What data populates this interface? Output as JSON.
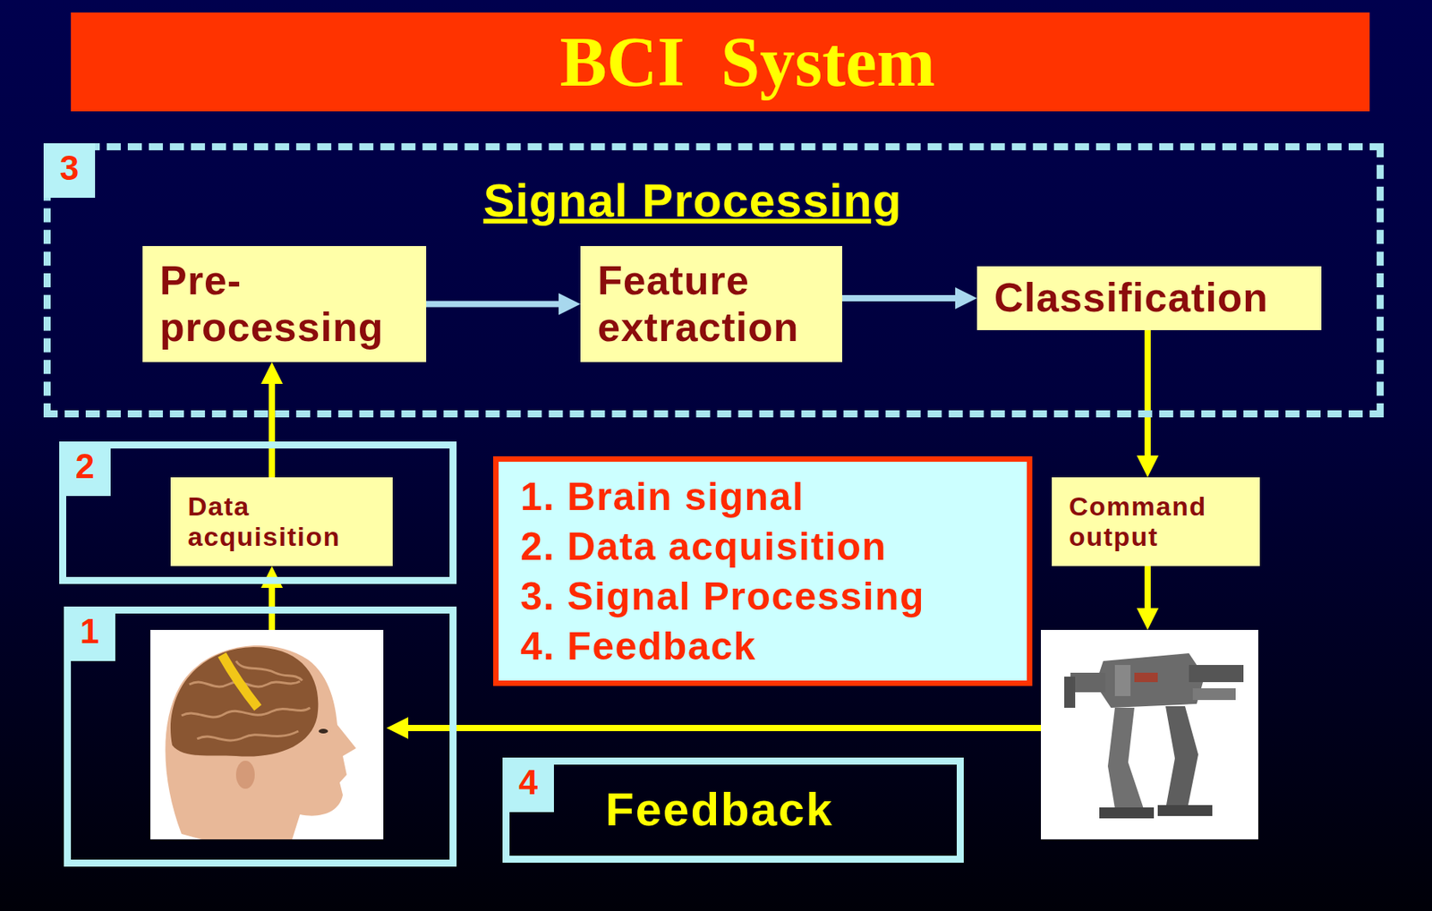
{
  "diagram": {
    "title": "BCI System",
    "nodes": [
      {
        "text": [
          "3",
          "Signal Processing"
        ]
      },
      {
        "text": [
          "Pre- processing"
        ],
        "in": 0
      },
      {
        "text": [
          "Feature extraction"
        ],
        "in": 0
      },
      {
        "text": [
          "Classification"
        ],
        "in": 0
      },
      {
        "text": [
          "2"
        ]
      },
      {
        "text": [
          "Data acquisition"
        ],
        "in": 4
      },
      {
        "text": [
          "1. Brain signal",
          "2. Data acquisition",
          "3. Signal Processing",
          "4. Feedback"
        ]
      },
      {
        "text": [
          "Command output"
        ]
      },
      {
        "text": [
          "1"
        ]
      },
      {
        "text": [
          "4",
          "Feedback"
        ]
      }
    ],
    "edges": [
      {
        "from": 8,
        "to": 5,
        "arrow": "to"
      },
      {
        "from": 5,
        "to": 1,
        "arrow": "to"
      },
      {
        "from": 1,
        "to": 2,
        "arrow": "to"
      },
      {
        "from": 2,
        "to": 3,
        "arrow": "to"
      },
      {
        "from": 3,
        "to": 7,
        "arrow": "to"
      }
    ]
  }
}
